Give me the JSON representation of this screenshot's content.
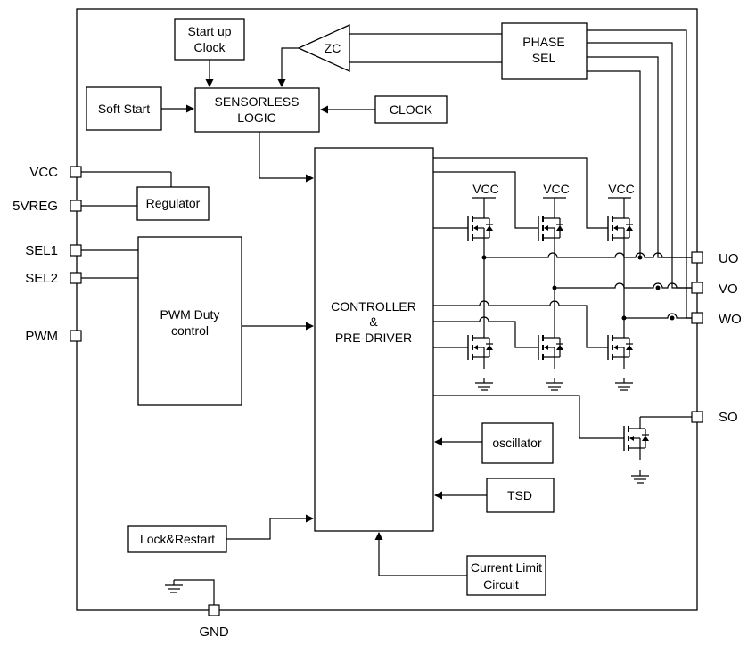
{
  "blocks": {
    "startup_clock": [
      "Start up",
      "Clock"
    ],
    "zc": "ZC",
    "phase_sel": [
      "PHASE",
      "SEL"
    ],
    "soft_start": "Soft Start",
    "sensorless_logic": [
      "SENSORLESS",
      "LOGIC"
    ],
    "clock": "CLOCK",
    "regulator": "Regulator",
    "pwm_duty": [
      "PWM Duty",
      "control"
    ],
    "controller": [
      "CONTROLLER",
      "&",
      "PRE-DRIVER"
    ],
    "oscillator": "oscillator",
    "tsd": "TSD",
    "lock_restart": "Lock&Restart",
    "current_limit": [
      "Current Limit",
      "Circuit"
    ]
  },
  "pins": {
    "left": [
      "VCC",
      "5VREG",
      "SEL1",
      "SEL2",
      "PWM"
    ],
    "right": [
      "UO",
      "VO",
      "WO",
      "SO"
    ],
    "bottom": "GND"
  },
  "supply_label": "VCC"
}
